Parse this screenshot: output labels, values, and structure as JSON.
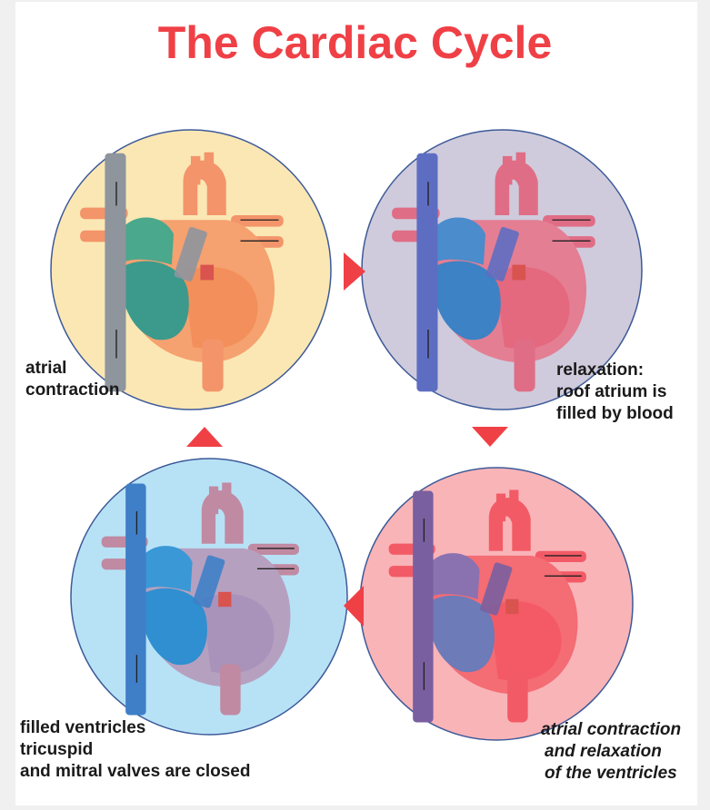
{
  "title": "The Cardiac Cycle",
  "stages": [
    {
      "id": "atrial-contraction",
      "lines": [
        "atrial",
        "contraction"
      ],
      "bg": "#fbe7b4"
    },
    {
      "id": "relaxation",
      "lines": [
        "relaxation:",
        "roof atrium is",
        "filled by blood"
      ],
      "bg": "#cfcbdc"
    },
    {
      "id": "atrial-contraction-relaxation-ventricles",
      "lines": [
        "atrial contraction",
        "and relaxation",
        "of the ventricles"
      ],
      "bg": "#f9b4b8"
    },
    {
      "id": "filled-ventricles",
      "lines": [
        "filled ventricles",
        "tricuspid",
        "and mitral valves are closed"
      ],
      "bg": "#b7e2f6"
    }
  ],
  "colors": {
    "title": "#ef4046",
    "arrow": "#ef4046",
    "circle_border": "#3d5a98"
  },
  "arrows": [
    "right",
    "down",
    "left",
    "up"
  ]
}
